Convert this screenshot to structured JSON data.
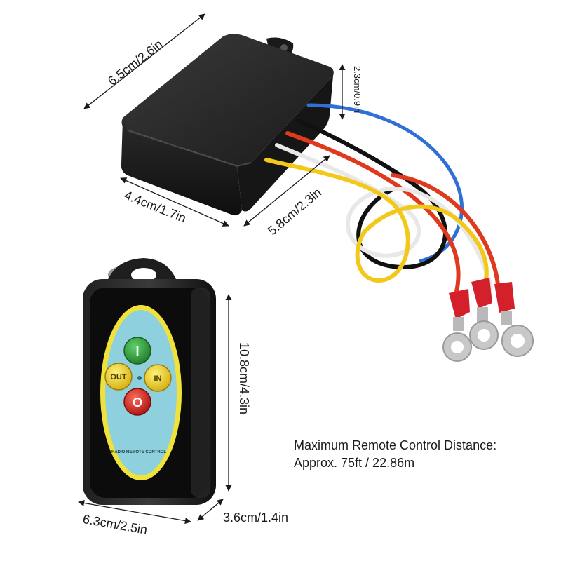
{
  "dimensions": {
    "box_length": "6.5cm/2.6in",
    "box_height": "2.3cm/0.9in",
    "box_width": "4.4cm/1.7in",
    "box_depth": "5.8cm/2.3in",
    "remote_height": "10.8cm/4.3in",
    "remote_width": "6.3cm/2.5in",
    "remote_thickness": "3.6cm/1.4in"
  },
  "remote": {
    "button_out": "OUT",
    "button_in": "IN",
    "button_on": "I",
    "button_off": "O",
    "label": "RADIO REMOTE CONTROL"
  },
  "caption": {
    "line1": "Maximum Remote Control Distance:",
    "line2": "Approx. 75ft / 22.86m"
  },
  "colors": {
    "wire_blue": "#2f6fd6",
    "wire_black": "#111111",
    "wire_red": "#e03a1e",
    "wire_white": "#f4f4f4",
    "wire_yellow": "#f2c81a",
    "remote_face": "#8fd0df",
    "remote_ring": "#f1e23a",
    "btn_green": "#2f9a3a",
    "btn_red": "#d7231f",
    "btn_yellow": "#f2d21b"
  }
}
